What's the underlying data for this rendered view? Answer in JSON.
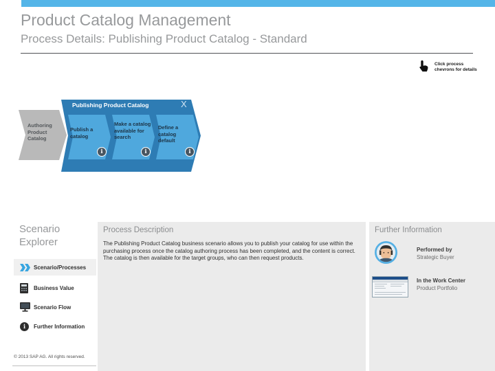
{
  "header": {
    "title": "Product Catalog Management",
    "subtitle": "Process Details: Publishing Product Catalog - Standard",
    "hint_line1": "Click process",
    "hint_line2": "chevrons for details"
  },
  "flow": {
    "previous_step": "Authoring Product Catalog",
    "group_title": "Publishing Product Catalog",
    "close_label": "X",
    "steps": [
      {
        "label": "Publish a catalog",
        "icon": "info-icon"
      },
      {
        "label": "Make a catalog available for search",
        "icon": "info-icon"
      },
      {
        "label": "Define a catalog default",
        "icon": "info-icon"
      }
    ]
  },
  "sidebar": {
    "title": "Scenario Explorer",
    "items": [
      {
        "label": "Scenario/Processes",
        "icon": "double-chevron-icon",
        "active": true
      },
      {
        "label": "Business Value",
        "icon": "calculator-icon",
        "active": false
      },
      {
        "label": "Scenario Flow",
        "icon": "monitor-icon",
        "active": false
      },
      {
        "label": "Further Information",
        "icon": "info-icon",
        "active": false
      }
    ],
    "copyright": "© 2013 SAP AG. All rights reserved."
  },
  "main": {
    "description": {
      "heading": "Process Description",
      "body": "The Publishing Product Catalog business scenario allows you to publish your catalog for use within the purchasing process once the catalog authoring process has been completed, and the content is correct. The catalog is then available for the target groups, who can then request products."
    },
    "further_information": {
      "heading": "Further Information",
      "performed_by_label": "Performed by",
      "performed_by_value": "Strategic Buyer",
      "work_center_label": "In the Work Center",
      "work_center_value": "Product Portfolio"
    }
  },
  "colors": {
    "accent_blue": "#54b5e8",
    "container_blue": "#2e7cb4",
    "step_blue": "#4fa8dd",
    "previous_step_gray": "#b9b9b9",
    "panel_gray": "#ebebeb",
    "info_badge": "#475560"
  }
}
